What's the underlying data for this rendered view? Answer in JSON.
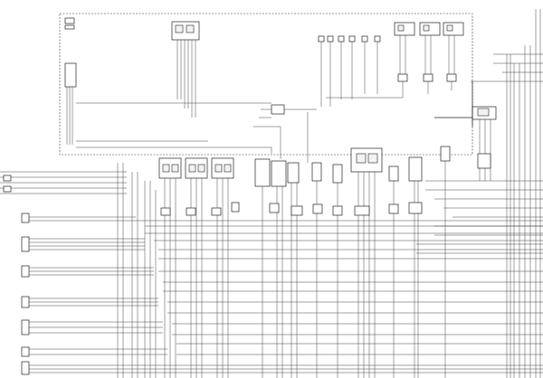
{
  "diagram": {
    "kind": "wiring-schematic",
    "colors": {
      "line": "#222222",
      "background": "#ffffff"
    },
    "regions": [
      {
        "id": "top-dashed-enclosure",
        "border": "dashed"
      },
      {
        "id": "top-right-connector-bank",
        "connectors": 6
      },
      {
        "id": "center-module-row",
        "modules": 3
      },
      {
        "id": "left-harness-bundle"
      },
      {
        "id": "right-harness-bundle"
      }
    ]
  }
}
